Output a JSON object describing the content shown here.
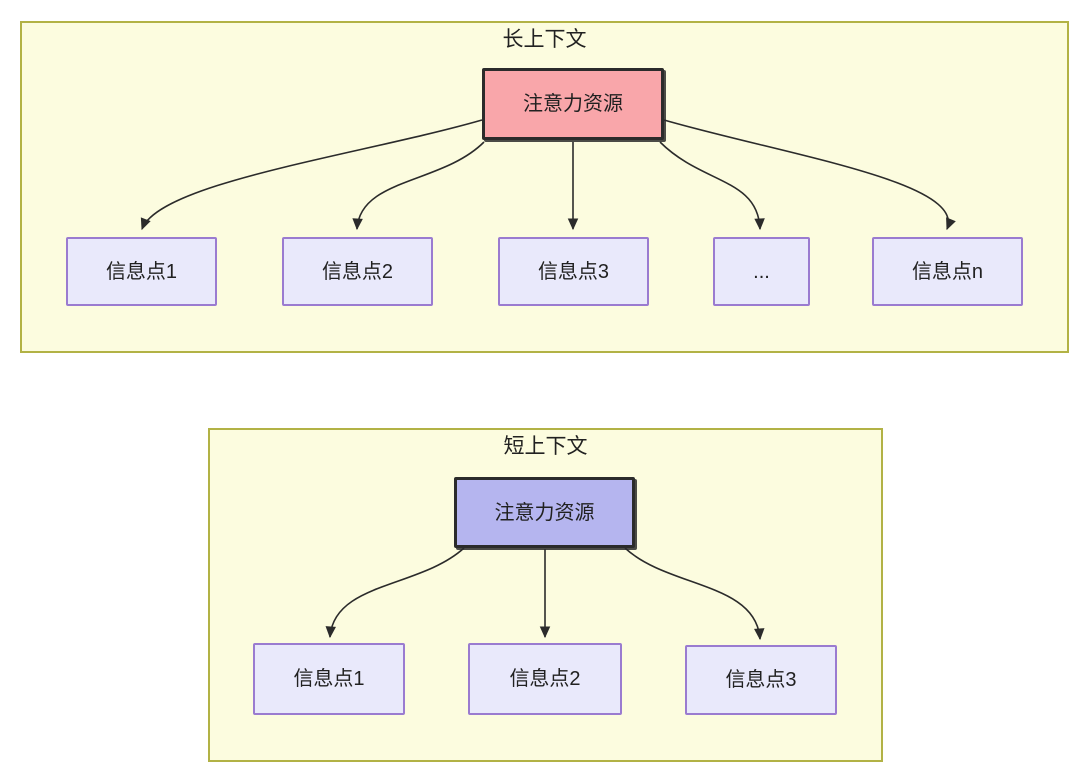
{
  "colors": {
    "container_fill": "#fcfcdf",
    "container_border": "#b2b245",
    "attention_long_fill": "#f9a6aa",
    "attention_short_fill": "#b5b5ef",
    "attention_border": "#2b2b2b",
    "info_fill": "#e9e9fb",
    "info_border": "#9a7bd0",
    "arrow": "#2b2b2b",
    "text": "#212121"
  },
  "long_context": {
    "title": "长上下文",
    "attention_label": "注意力资源",
    "info_nodes": [
      {
        "label": "信息点1"
      },
      {
        "label": "信息点2"
      },
      {
        "label": "信息点3"
      },
      {
        "label": "..."
      },
      {
        "label": "信息点n"
      }
    ]
  },
  "short_context": {
    "title": "短上下文",
    "attention_label": "注意力资源",
    "info_nodes": [
      {
        "label": "信息点1"
      },
      {
        "label": "信息点2"
      },
      {
        "label": "信息点3"
      }
    ]
  }
}
